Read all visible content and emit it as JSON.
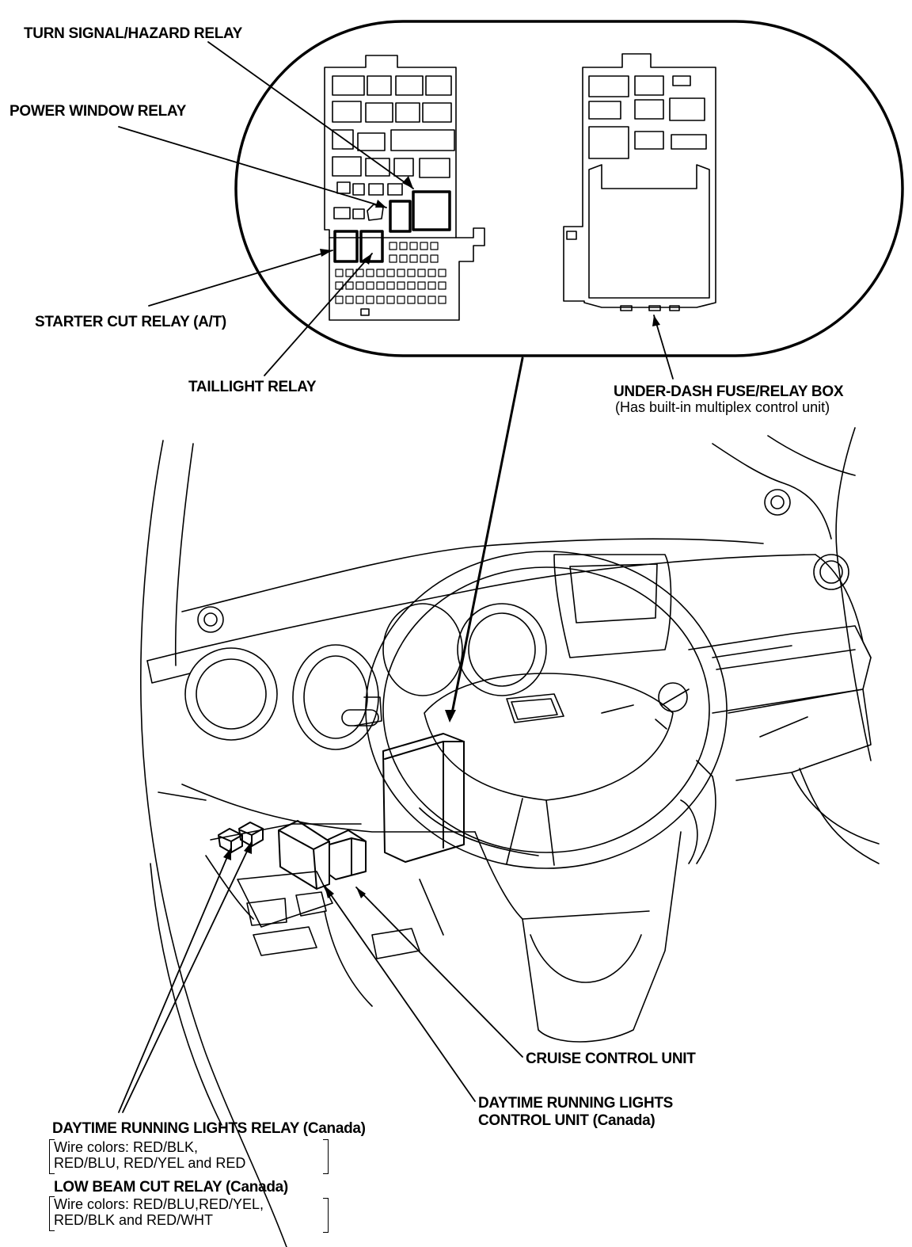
{
  "labels": {
    "turn_signal": "TURN SIGNAL/HAZARD RELAY",
    "power_window": "POWER WINDOW RELAY",
    "starter_cut": "STARTER CUT RELAY (A/T)",
    "taillight": "TAILLIGHT RELAY",
    "under_dash": "UNDER-DASH FUSE/RELAY BOX",
    "under_dash_note": "(Has built-in multiplex control unit)",
    "cruise": "CRUISE CONTROL UNIT",
    "drl_control_1": "DAYTIME RUNNING LIGHTS",
    "drl_control_2": "CONTROL UNIT (Canada)",
    "drl_relay": "DAYTIME RUNNING LIGHTS RELAY (Canada)",
    "drl_relay_wires_1": "Wire colors: RED/BLK,",
    "drl_relay_wires_2": "RED/BLU, RED/YEL and RED",
    "low_beam": "LOW BEAM CUT RELAY (Canada)",
    "low_beam_wires_1": "Wire colors: RED/BLU,RED/YEL,",
    "low_beam_wires_2": "RED/BLK and RED/WHT"
  },
  "colors": {
    "ink": "#000000",
    "paper": "#ffffff"
  }
}
